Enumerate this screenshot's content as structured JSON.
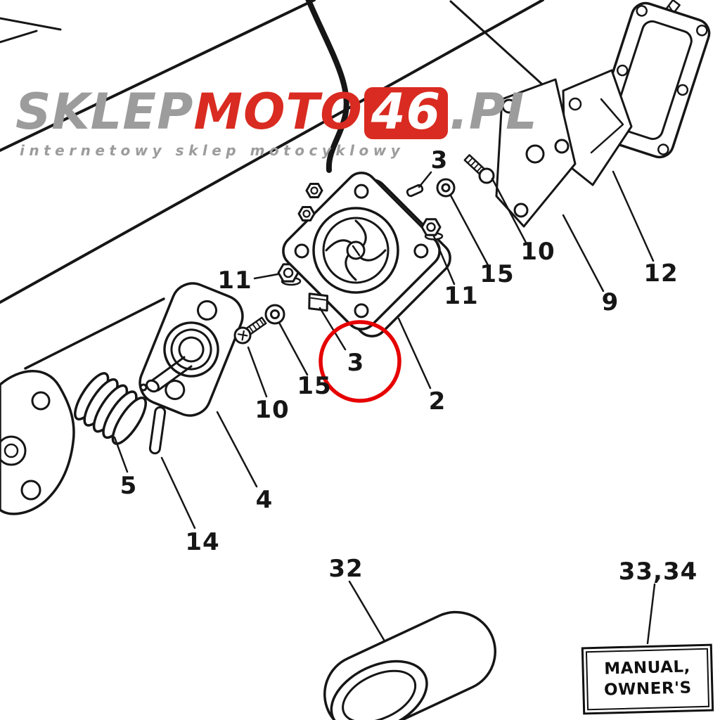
{
  "watermark": {
    "brand_gray": "SKLEP",
    "brand_red": "MOTO",
    "brand_number": "46",
    "brand_suffix": ".PL",
    "tagline": "internetowy sklep motocyklowy",
    "gray_color": "#9c9c9c",
    "red_color": "#d92b21"
  },
  "highlight": {
    "circle_color": "#e60000",
    "highlighted_part": "3"
  },
  "callouts": [
    {
      "text": "3"
    },
    {
      "text": "10"
    },
    {
      "text": "15"
    },
    {
      "text": "11"
    },
    {
      "text": "11"
    },
    {
      "text": "9"
    },
    {
      "text": "12"
    },
    {
      "text": "3"
    },
    {
      "text": "2"
    },
    {
      "text": "15"
    },
    {
      "text": "10"
    },
    {
      "text": "5"
    },
    {
      "text": "4"
    },
    {
      "text": "14"
    },
    {
      "text": "32"
    },
    {
      "text": "33,34"
    }
  ],
  "label_box": {
    "line1": "MANUAL,",
    "line2": "OWNER'S"
  }
}
